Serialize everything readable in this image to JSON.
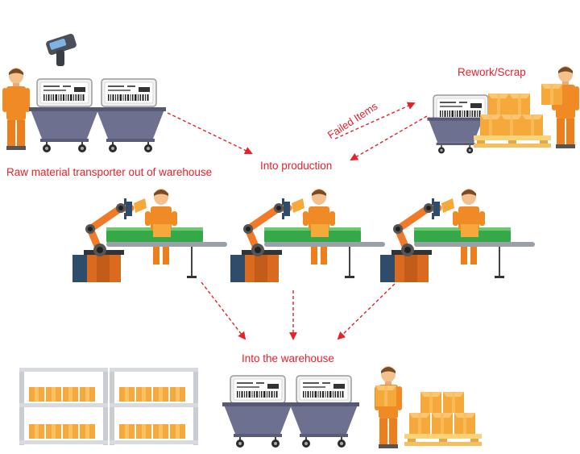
{
  "labels": {
    "raw_material": "Raw material transporter out of warehouse",
    "into_production": "Into production",
    "rework_scrap": "Rework/Scrap",
    "failed_items": "Failed Items",
    "into_warehouse": "Into the warehouse"
  },
  "colors": {
    "arrow": "#e8202a",
    "worker_orange": "#f08a24",
    "skin": "#f3c08e",
    "box": "#f6a93b",
    "conveyor_green": "#35a947",
    "cart": "#6e7090",
    "robot_orange": "#f07a28",
    "shelf": "#c9ccd3"
  },
  "icons": [
    "handheld-scanner-icon",
    "worker-icon",
    "cart-icon",
    "esl-label-icon",
    "robot-arm-icon",
    "conveyor-icon",
    "box-stack-icon",
    "pallet-icon",
    "shelf-icon"
  ]
}
